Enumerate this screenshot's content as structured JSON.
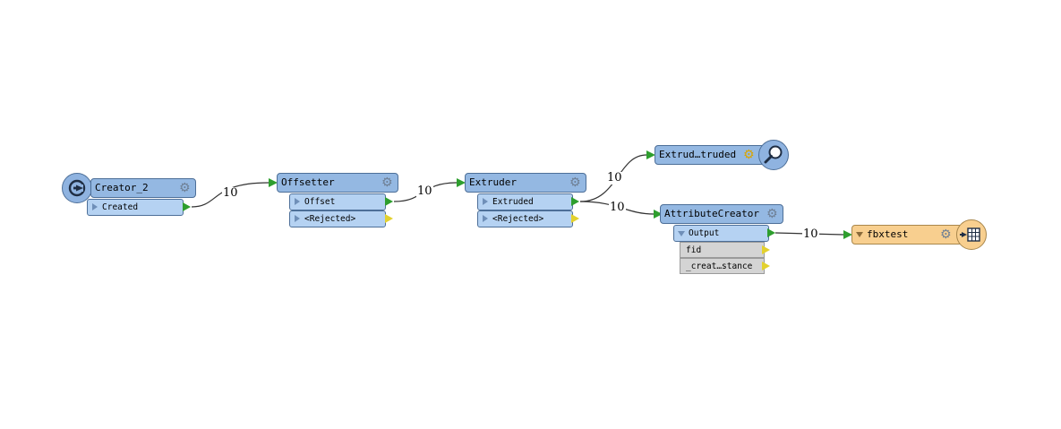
{
  "colors": {
    "transformer_fill": "#94b8e2",
    "port_fill": "#b5d2f2",
    "writer_fill": "#f8cf8f",
    "attr_fill": "#d4d4d4",
    "output_connected": "#2e9e2e",
    "output_unconnected": "#e3d12e"
  },
  "nodes": {
    "creator": {
      "title": "Creator_2",
      "icon": "creator-icon",
      "ports": [
        "Created"
      ]
    },
    "offsetter": {
      "title": "Offsetter",
      "ports": [
        "Offset",
        "<Rejected>"
      ]
    },
    "extruder": {
      "title": "Extruder",
      "ports": [
        "Extruded",
        "<Rejected>"
      ]
    },
    "inspector": {
      "title": "Extrud…truded",
      "icon": "magnifier-icon"
    },
    "attribute_creator": {
      "title": "AttributeCreator",
      "ports": [
        "Output"
      ],
      "attributes": [
        "fid",
        "_creat…stance"
      ]
    },
    "writer": {
      "title": "fbxtest",
      "icon": "table-icon"
    }
  },
  "edges": [
    {
      "label": "10"
    },
    {
      "label": "10"
    },
    {
      "label": "10"
    },
    {
      "label": "10"
    },
    {
      "label": "10"
    }
  ]
}
